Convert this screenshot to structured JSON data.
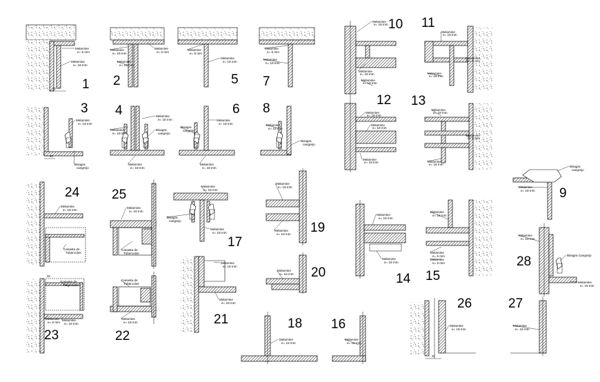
{
  "sheet": {
    "colors": {
      "ink": "#000000",
      "paper": "#ffffff",
      "concrete_dot": "#444444"
    },
    "details": [
      {
        "number": "1",
        "notes": [
          "Melamine",
          "e= 6 mm",
          "Melamine",
          "e= 18 mm"
        ],
        "dimension": "20"
      },
      {
        "number": "2",
        "notes": [
          "Melamine",
          "e= 18 mm",
          "Melamine",
          "e= 6 mm",
          "Melamine",
          "e= 18 mm"
        ]
      },
      {
        "number": "3",
        "notes": [
          "Melamine",
          "e= 18 mm",
          "Bisagra",
          "cangrejo"
        ],
        "dimension": "20"
      },
      {
        "number": "4",
        "notes": [
          "Melamine",
          "e= 18 mm",
          "Melamine",
          "e= 18 mm",
          "Bisagra",
          "cangrejo",
          "Melamine",
          "e= 18 mm"
        ]
      },
      {
        "number": "5",
        "notes": [
          "Melamine",
          "e= 6 mm",
          "Melamine",
          "e= 18 mm"
        ]
      },
      {
        "number": "6",
        "notes": [
          "Bisagra",
          "cangrejo",
          "Melamine",
          "e= 18 mm",
          "Melamine",
          "e= 18 mm"
        ]
      },
      {
        "number": "7",
        "notes": [
          "Melamine",
          "e= 6 mm",
          "Melamine",
          "e= 18 mm"
        ]
      },
      {
        "number": "8",
        "notes": [
          "Melamine",
          "e= 18 mm",
          "Bisagra",
          "cangrejo"
        ]
      },
      {
        "number": "9",
        "notes": [
          "Bisagra",
          "cangrejo",
          "Melamine",
          "e= 18 mm"
        ]
      },
      {
        "number": "10",
        "notes": [
          "Melamine",
          "e= 18 mm",
          "Melamine",
          "e= 18 mm",
          "Melamine",
          "e= 18 mm"
        ]
      },
      {
        "number": "11",
        "notes": [
          "Melamine",
          "e= 18 mm",
          "Melamine",
          "e= 6 mm",
          "Melamine",
          "e= 18 mm"
        ]
      },
      {
        "number": "12",
        "notes": [
          "Melamine",
          "e= 18 mm",
          "Melamine",
          "e= 18 mm",
          "Melamine",
          "e= 18 mm"
        ]
      },
      {
        "number": "13",
        "notes": [
          "Melamine",
          "e= 18 mm",
          "Melamine",
          "e= 6 mm",
          "Melamine",
          "e= 18 mm"
        ]
      },
      {
        "number": "14",
        "notes": [
          "Melamine",
          "e= 18 mm",
          "Melamine",
          "e= 18 mm"
        ]
      },
      {
        "number": "15",
        "notes": [
          "Melamine",
          "e= 18 mm",
          "Melamine",
          "e= 6 mm"
        ]
      },
      {
        "number": "16",
        "notes": [
          "Melamine",
          "e= 18 mm"
        ]
      },
      {
        "number": "17",
        "notes": [
          "Melamine",
          "e= 18 mm",
          "Bisagra",
          "cangrejo",
          "Melamine",
          "e= 18 mm"
        ]
      },
      {
        "number": "18",
        "notes": [
          "Melamine",
          "e= 18 mm"
        ]
      },
      {
        "number": "19",
        "notes": [
          "Melamine",
          "e= 18 mm",
          "Melamine",
          "e= 18 mm"
        ]
      },
      {
        "number": "20",
        "notes": [
          "Melamine",
          "e= 18 mm"
        ]
      },
      {
        "number": "21",
        "notes": [
          "Melamine",
          "e= 18 mm",
          "Melamine",
          "e= 18 mm"
        ]
      },
      {
        "number": "22",
        "notes": [
          "Canasta de",
          "Tuberculos",
          "Melamine",
          "e= 18 mm"
        ]
      },
      {
        "number": "23",
        "notes": [
          "Canasta de",
          "Tuberculos",
          "Melamine",
          "e= 6 mm",
          "Melamine",
          "e= 18 mm"
        ],
        "dimension": "26"
      },
      {
        "number": "24",
        "notes": [
          "Melamine",
          "e= 18 mm",
          "Canasta de",
          "Tuberculos"
        ]
      },
      {
        "number": "25",
        "notes": [
          "Melamine",
          "e= 18 mm",
          "Canasta de",
          "Tuberculos"
        ]
      },
      {
        "number": "26",
        "notes": [
          "Melamine",
          "e= 18 mm"
        ],
        "dimension": "20"
      },
      {
        "number": "27",
        "notes": [
          "Melamine",
          "e= 18 mm"
        ]
      },
      {
        "number": "28",
        "notes": [
          "Melamine",
          "e= 18 mm",
          "Bisagra Cangrejo",
          "Melamine",
          "e= 18 mm"
        ]
      }
    ]
  }
}
